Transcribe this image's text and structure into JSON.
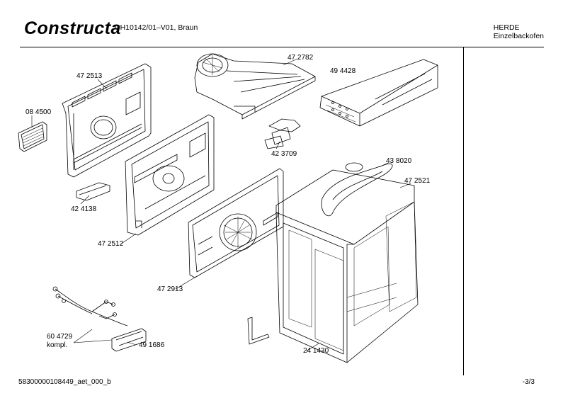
{
  "header": {
    "logo": "Constructa",
    "model": "CH10142/01–V01, Braun",
    "brand_line1": "HERDE",
    "brand_line2": "Einzelbackofen"
  },
  "footer": {
    "doc_id": "58300000108449_aet_000_b",
    "page": "-3/3"
  },
  "parts": {
    "p472513": "47 2513",
    "p084500": "08 4500",
    "p424138": "42 4138",
    "p472512": "47 2512",
    "p472782": "47 2782",
    "p494428": "49 4428",
    "p423709": "42 3709",
    "p438020": "43 8020",
    "p472521": "47 2521",
    "p472913": "47 2913",
    "p604729": "60 4729",
    "kompl": "kompl.",
    "p491686": "49 1686",
    "p241430": "24 1430"
  }
}
